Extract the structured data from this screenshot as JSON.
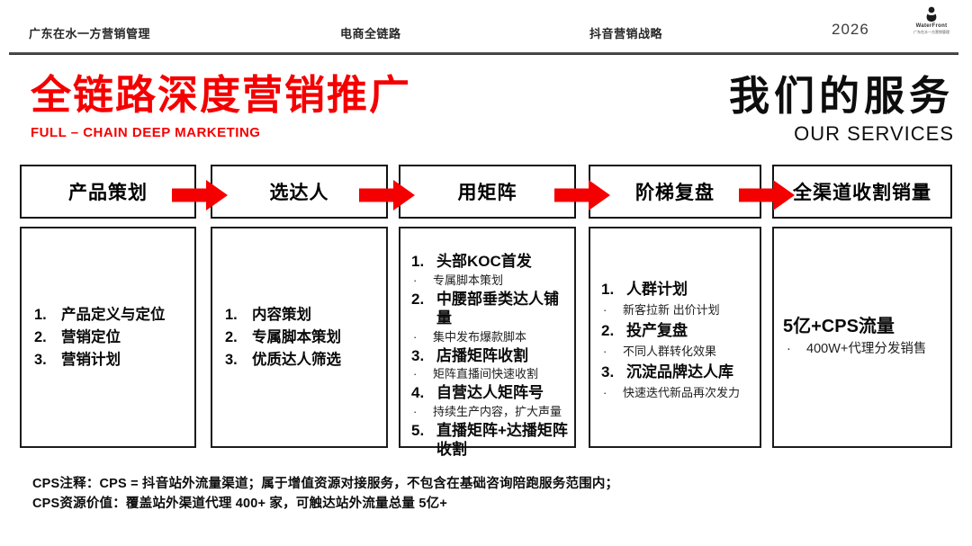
{
  "header": {
    "left": "广东在水一方营销管理",
    "center1": "电商全链路",
    "center2": "抖音营销战略",
    "year": "2026",
    "logo_text": "WaterFront",
    "logo_sub": "广东在水一方营销管理"
  },
  "title": {
    "main": "全链路深度营销推广",
    "sub": "FULL – CHAIN DEEP MARKETING"
  },
  "services": {
    "title": "我们的服务",
    "subtitle": "OUR SERVICES"
  },
  "colors": {
    "accent_red": "#f50000",
    "border_black": "#101010"
  },
  "flow": {
    "columns": [
      {
        "header": "产品策划",
        "items": [
          {
            "marker": "1.",
            "text": "产品定义与定位"
          },
          {
            "marker": "2.",
            "text": "营销定位"
          },
          {
            "marker": "3.",
            "text": "营销计划"
          }
        ]
      },
      {
        "header": "选达人",
        "items": [
          {
            "marker": "1.",
            "text": "内容策划"
          },
          {
            "marker": "2.",
            "text": "专属脚本策划"
          },
          {
            "marker": "3.",
            "text": "优质达人筛选"
          }
        ]
      },
      {
        "header": "用矩阵",
        "items": [
          {
            "marker": "1.",
            "text": "头部KOC首发"
          },
          {
            "marker": "·",
            "text": "专属脚本策划"
          },
          {
            "marker": "2.",
            "text": "中腰部垂类达人铺量"
          },
          {
            "marker": "·",
            "text": "集中发布爆款脚本"
          },
          {
            "marker": "3.",
            "text": "店播矩阵收割"
          },
          {
            "marker": "·",
            "text": "矩阵直播间快速收割"
          },
          {
            "marker": "4.",
            "text": "自营达人矩阵号"
          },
          {
            "marker": "·",
            "text": "持续生产内容，扩大声量"
          },
          {
            "marker": "5.",
            "text": "直播矩阵+达播矩阵收割"
          }
        ]
      },
      {
        "header": "阶梯复盘",
        "items": [
          {
            "marker": "1.",
            "text": "人群计划"
          },
          {
            "marker": "·",
            "text": "新客拉新 出价计划"
          },
          {
            "marker": "2.",
            "text": "投产复盘"
          },
          {
            "marker": "·",
            "text": "不同人群转化效果"
          },
          {
            "marker": "3.",
            "text": "沉淀品牌达人库"
          },
          {
            "marker": "·",
            "text": "快速迭代新品再次发力"
          }
        ]
      },
      {
        "header": "全渠道收割销量",
        "items": [
          {
            "marker": "",
            "text": "5亿+CPS流量"
          },
          {
            "marker": "·",
            "text": "400W+代理分发销售"
          }
        ]
      }
    ]
  },
  "footnotes": [
    "CPS注释：CPS = 抖音站外流量渠道；属于增值资源对接服务，不包含在基础咨询陪跑服务范围内；",
    "CPS资源价值：覆盖站外渠道代理 400+ 家，可触达站外流量总量 5亿+"
  ]
}
